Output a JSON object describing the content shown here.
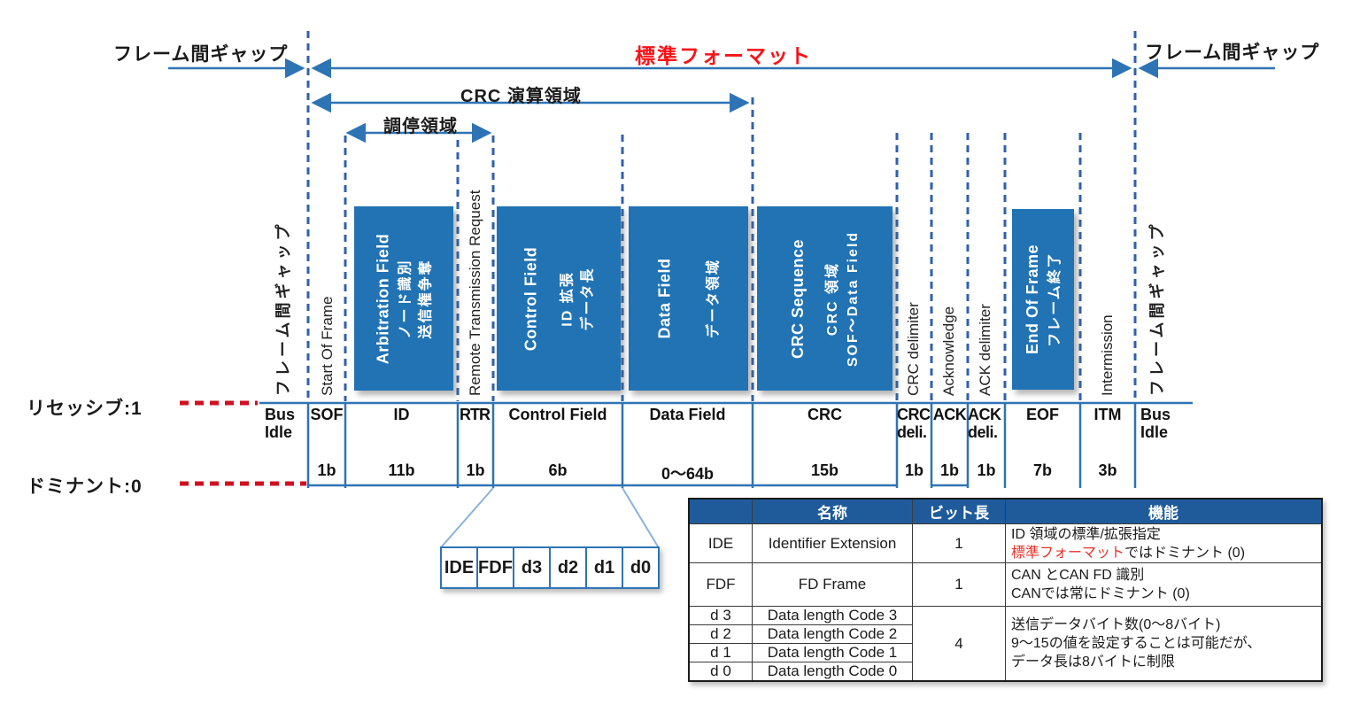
{
  "colors": {
    "field_blue": "#2173b4",
    "line_blue": "#2e74b5",
    "dash_blue": "#3060ad",
    "header_blue": "#1f5b9b",
    "accent_red": "#fa1217",
    "red_dash": "#cf1020"
  },
  "header": {
    "frame_gap_left": "フレーム間ギャップ",
    "standard_format": "標準フォーマット",
    "frame_gap_right": "フレーム間ギャップ",
    "crc_region": "CRC 演算領域",
    "arbitration_region": "調停領域"
  },
  "levels": {
    "recessive": "リセッシブ:1",
    "dominant": "ドミナント:0"
  },
  "fields": {
    "arbitration": {
      "en": "Arbitration Field",
      "ja1": "ノード識別",
      "ja2": "送信権争奪"
    },
    "control": {
      "en": "Control Field",
      "ja1": "ID 拡張",
      "ja2": "データ長"
    },
    "data": {
      "en": "Data Field",
      "ja1": "データ領域"
    },
    "crc": {
      "en": "CRC Sequence",
      "ja1": "CRC 領域",
      "ja2": "SOF〜Data Field"
    },
    "eof": {
      "en": "End Of Frame",
      "ja1": "フレーム終了"
    }
  },
  "vertical_labels": {
    "frame_gap_left": "フレーム間ギャップ",
    "sof": "Start Of Frame",
    "rtr": "Remote Transmission Request",
    "crc_delimiter": "CRC delimiter",
    "ack": "Acknowledge",
    "ack_delimiter": "ACK delimiter",
    "intermission": "Intermission",
    "frame_gap_right": "フレーム間ギャップ"
  },
  "bus": {
    "idle_left": "Bus Idle",
    "idle_right": "Bus Idle",
    "segments": [
      {
        "label": "SOF",
        "bits": "1b"
      },
      {
        "label": "ID",
        "bits": "11b"
      },
      {
        "label": "RTR",
        "bits": "1b"
      },
      {
        "label": "Control Field",
        "bits": "6b"
      },
      {
        "label": "Data Field",
        "bits": "0〜64b"
      },
      {
        "label": "CRC",
        "bits": "15b"
      },
      {
        "label": "CRC deli.",
        "bits": "1b"
      },
      {
        "label": "ACK",
        "bits": "1b"
      },
      {
        "label": "ACK deli.",
        "bits": "1b"
      },
      {
        "label": "EOF",
        "bits": "7b"
      },
      {
        "label": "ITM",
        "bits": "3b"
      }
    ]
  },
  "control_bits": [
    "IDE",
    "FDF",
    "d3",
    "d2",
    "d1",
    "d0"
  ],
  "table": {
    "headers": {
      "blank": "",
      "name": "名称",
      "bits": "ビット長",
      "function": "機能"
    },
    "ide": {
      "abbr": "IDE",
      "name": "Identifier Extension",
      "bits": "1",
      "func1": "ID 領域の標準/拡張指定",
      "func2_red": "標準フォーマット",
      "func2": "ではドミナント (0)"
    },
    "fdf": {
      "abbr": "FDF",
      "name": "FD Frame",
      "bits": "1",
      "func1": "CAN とCAN FD 識別",
      "func2": "CANでは常にドミナント (0)"
    },
    "dlc_rows": [
      {
        "abbr": "d 3",
        "name": "Data length Code 3"
      },
      {
        "abbr": "d 2",
        "name": "Data length Code 2"
      },
      {
        "abbr": "d 1",
        "name": "Data length Code 1"
      },
      {
        "abbr": "d 0",
        "name": "Data length Code 0"
      }
    ],
    "dlc_bits": "4",
    "dlc_func1": "送信データバイト数(0〜8バイト)",
    "dlc_func2": "9〜15の値を設定することは可能だが、",
    "dlc_func3": "データ長は8バイトに制限"
  }
}
